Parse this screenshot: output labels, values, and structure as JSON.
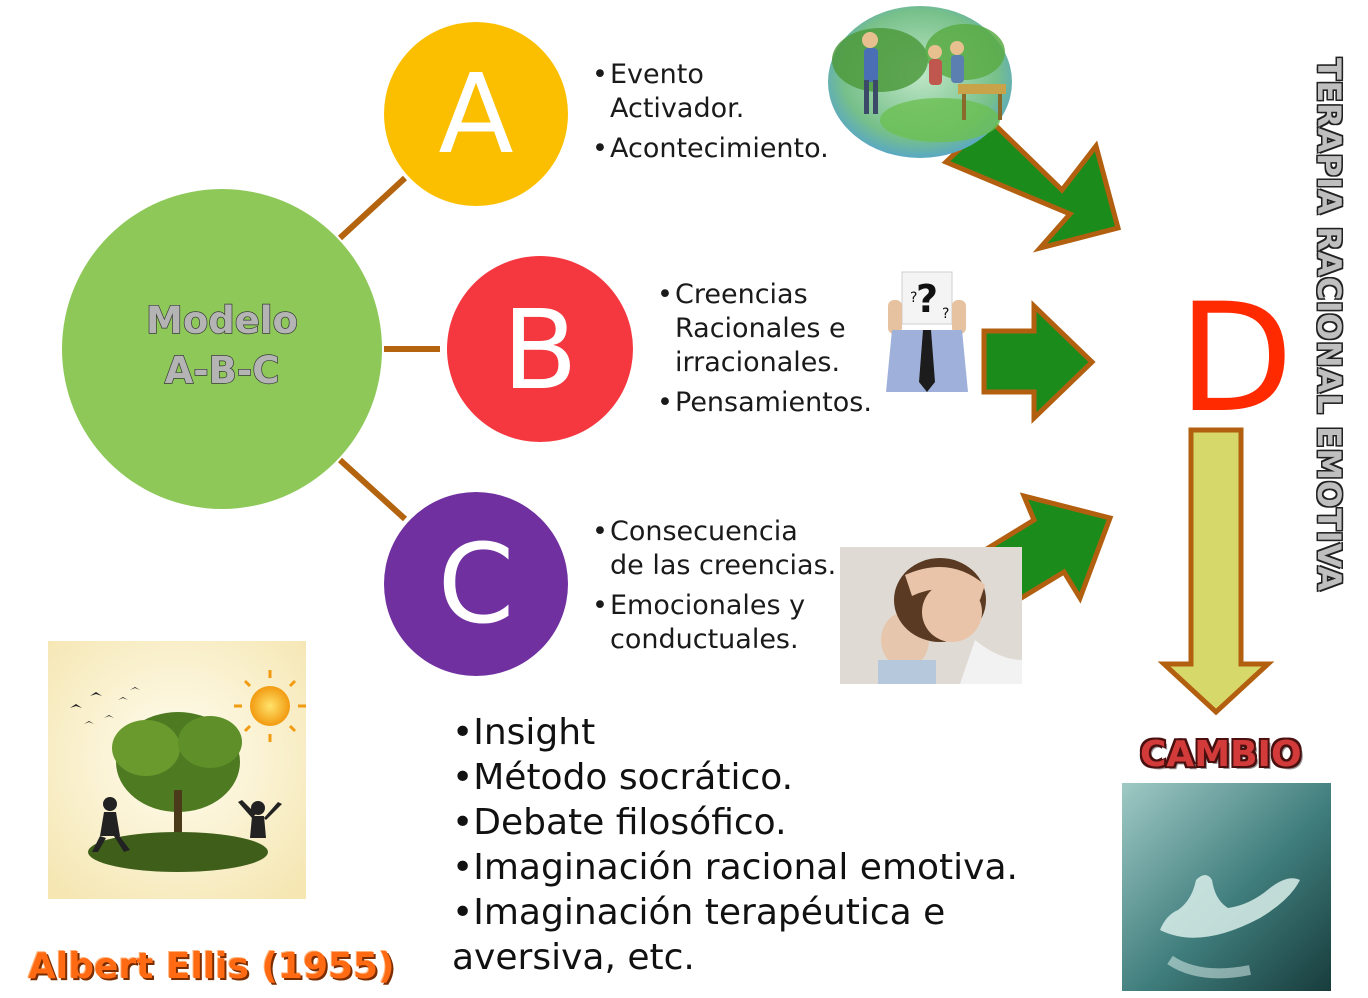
{
  "hub": {
    "line1": "Modelo",
    "line2": "A-B-C",
    "color": "#8dc858"
  },
  "nodes": [
    {
      "letter": "A",
      "color": "#fbbf00",
      "bullets": [
        "Evento Activador.",
        "Acontecimiento."
      ]
    },
    {
      "letter": "B",
      "color": "#f5373f",
      "bullets": [
        "Creencias Racionales e irracionales.",
        "Pensamientos."
      ]
    },
    {
      "letter": "C",
      "color": "#7030a0",
      "bullets": [
        "Consecuencia de las creencias.",
        "Emocionales y conductuales."
      ]
    }
  ],
  "dispute_letter": "D",
  "result_label": "CAMBIO",
  "side_title": "TERAPIA RACIONAL EMOTIVA",
  "techniques": [
    "Insight",
    "Método socrático.",
    "Debate filosófico.",
    "Imaginación racional emotiva.",
    "Imaginación terapéutica e aversiva, etc."
  ],
  "author": "Albert Ellis (1955)",
  "colors": {
    "connector": "#b4630f",
    "arrow_fill": "#1b8c1b",
    "arrow_border": "#b35f10",
    "down_arrow_fill": "#d6d96a",
    "d_letter": "#ff2a00",
    "cambio": "#d33b3b",
    "author": "#ff6a13"
  },
  "icons": [
    "park-scene-illustration",
    "question-mark-sign-person",
    "worried-woman-photo",
    "tree-sun-illustration",
    "open-hand-photo"
  ]
}
